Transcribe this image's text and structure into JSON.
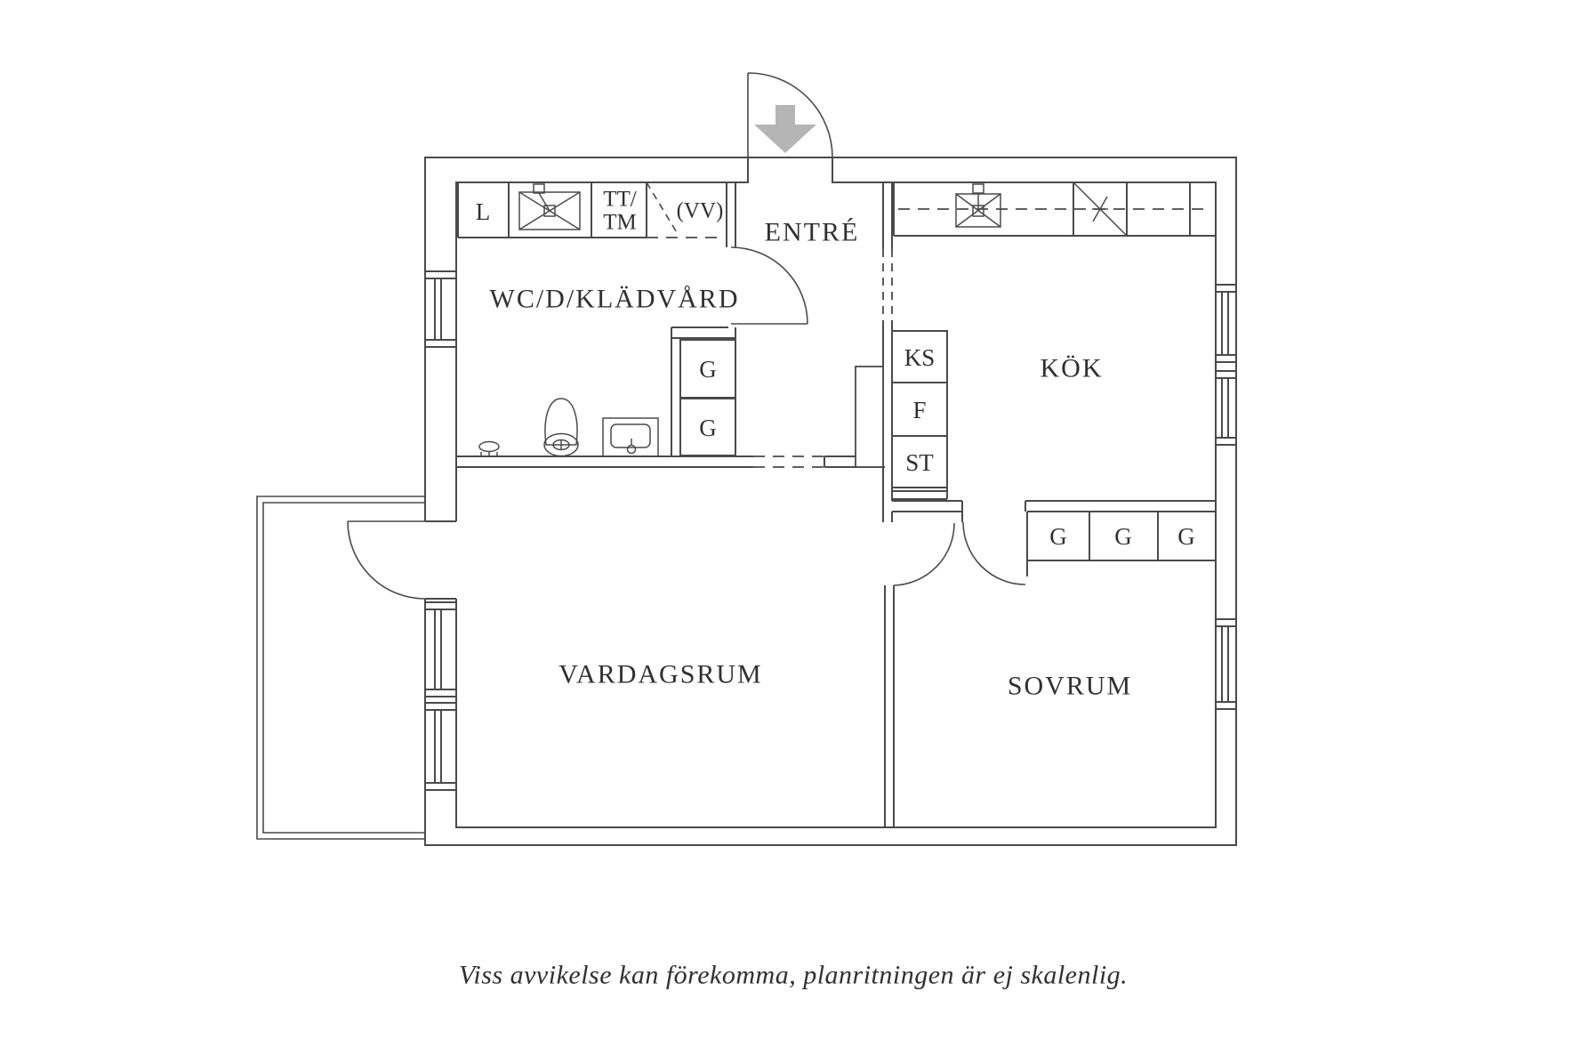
{
  "colors": {
    "background": "#ffffff",
    "line": "#4a4a4a",
    "text": "#303030",
    "arrow": "#b5b5b5"
  },
  "rooms": {
    "entre": "ENTRÉ",
    "wc": "WC/D/KLÄDVÅRD",
    "kok": "KÖK",
    "vardagsrum": "VARDAGSRUM",
    "sovrum": "SOVRUM"
  },
  "closets": {
    "l": "L",
    "tt_line1": "TT/",
    "tt_line2": "TM",
    "vv": "(VV)",
    "ks": "KS",
    "f": "F",
    "st": "ST",
    "g_wc_top": "G",
    "g_wc_bottom": "G",
    "g_sov_1": "G",
    "g_sov_2": "G",
    "g_sov_3": "G"
  },
  "icons": {
    "entry_arrow": "down-arrow",
    "kitchen_sink": "sink-cross-symbol",
    "laundry_sink": "sink-cross-symbol",
    "stove": "diagonal-stove-symbol",
    "toilet": "toilet-symbol",
    "washbasin": "washbasin-symbol",
    "floor_drain": "floor-drain-symbol"
  },
  "caption": "Viss avvikelse kan förekomma, planritningen är ej skalenlig."
}
